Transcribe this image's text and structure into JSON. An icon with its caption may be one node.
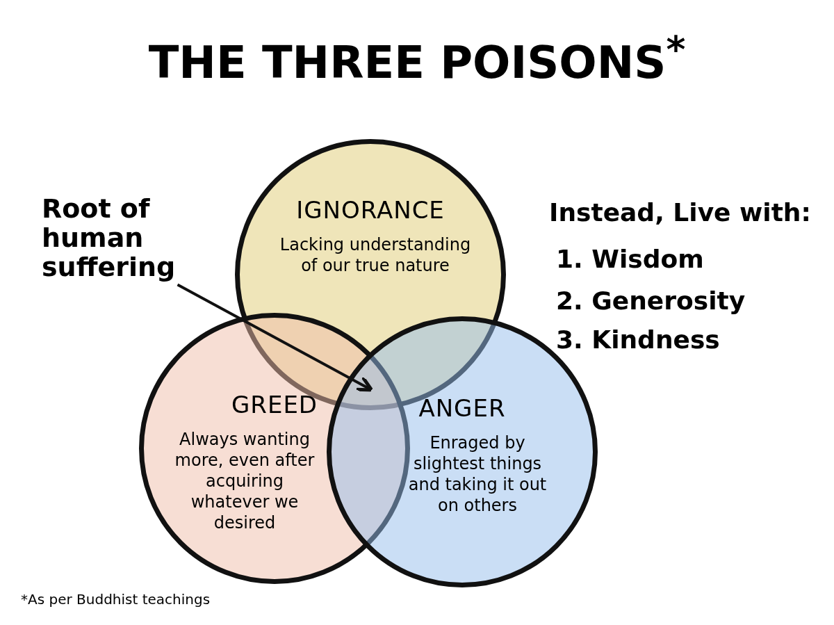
{
  "diagram": {
    "title": "THE THREE POISONS$^{*}$",
    "caption": "*As per Buddhist teachings",
    "nodes": [
      {
        "text": [
          "IGNORANCE",
          "Lacking understanding of our true nature"
        ]
      },
      {
        "text": [
          "GREED",
          "Always wanting more, even after acquiring whatever we desired"
        ]
      },
      {
        "text": [
          "ANGER",
          "Enraged by slightest things and taking it out on others"
        ]
      },
      {
        "text": [
          "Root of human suffering"
        ]
      }
    ],
    "edges": [
      {
        "from": 3,
        "to": 0,
        "arrow": "to"
      }
    ],
    "labels": [
      "Instead, Live with:",
      "1. Wisdom",
      "2. Generosity",
      "3. Kindness"
    ]
  }
}
